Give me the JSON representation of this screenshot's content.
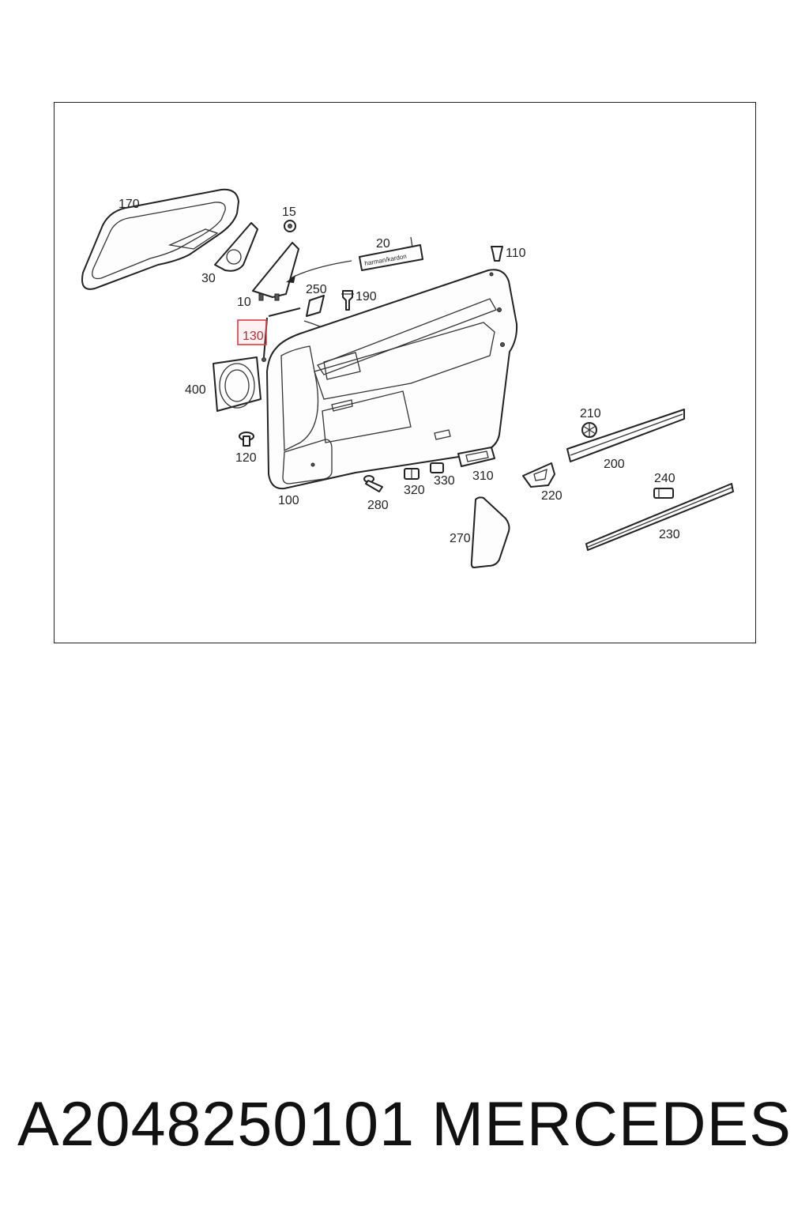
{
  "callouts": {
    "c170": "170",
    "c15": "15",
    "c30": "30",
    "c20": "20",
    "c110": "110",
    "c10": "10",
    "c250": "250",
    "c190": "190",
    "c130": "130",
    "c400": "400",
    "c120": "120",
    "c100": "100",
    "c210": "210",
    "c200": "200",
    "c240": "240",
    "c320": "320",
    "c330": "330",
    "c310": "310",
    "c280": "280",
    "c220": "220",
    "c230": "230",
    "c270": "270"
  },
  "highlighted_part": "130",
  "badge_text": "harman/kardon",
  "footer": {
    "part_number": "A2048250101",
    "brand": "MERCEDES"
  },
  "colors": {
    "highlight": "#d93b45",
    "line": "#222222",
    "background": "#ffffff"
  }
}
